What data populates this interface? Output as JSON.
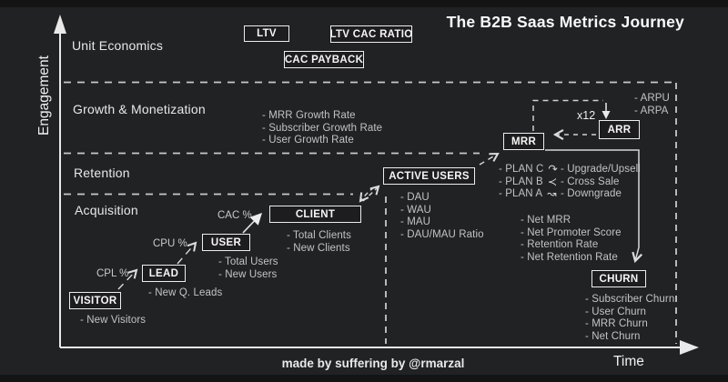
{
  "title": "The B2B Saas Metrics Journey",
  "credit": "made by suffering by @rmarzal",
  "axis": {
    "y": "Engagement",
    "x": "Time"
  },
  "sections": {
    "unit": "Unit Economics",
    "growth": "Growth & Monetization",
    "retention": "Retention",
    "acquisition": "Acquisition"
  },
  "boxes": {
    "ltv": "LTV",
    "ltv_cac": "LTV CAC RATIO",
    "cac_payback": "CAC PAYBACK",
    "visitor": "VISITOR",
    "lead": "LEAD",
    "user": "USER",
    "client": "CLIENT",
    "active_users": "ACTIVE USERS",
    "mrr": "MRR",
    "arr": "ARR",
    "churn": "CHURN"
  },
  "rates": {
    "cpl": "CPL %",
    "cpu": "CPU %",
    "cac": "CAC %",
    "x12": "x12"
  },
  "lists": {
    "growth": [
      "- MRR Growth Rate",
      "- Subscriber Growth Rate",
      "- User Growth Rate"
    ],
    "visitor": [
      "- New Visitors"
    ],
    "lead": [
      "- New Q. Leads"
    ],
    "user": [
      "- Total Users",
      "- New Users"
    ],
    "client": [
      "- Total Clients",
      "- New Clients"
    ],
    "active_users": [
      "- DAU",
      "- WAU",
      "- MAU",
      "- DAU/MAU Ratio"
    ],
    "plans": [
      "- PLAN C",
      "- PLAN B",
      "- PLAN A"
    ],
    "plan_arrows": [
      "↷",
      "≺",
      "↝"
    ],
    "plan_actions": [
      "- Upgrade/Upsell",
      "- Cross Sale",
      "- Downgrade"
    ],
    "arr_metrics": [
      "- ARPU",
      "- ARPA"
    ],
    "retention_metrics": [
      "- Net MRR",
      "- Net Promoter Score",
      "- Retention Rate",
      "- Net Retention Rate"
    ],
    "churn_metrics": [
      "- Subscriber Churn",
      "- User Churn",
      "- MRR Churn",
      "- Net Churn"
    ]
  },
  "colors": {
    "background": "#212224",
    "frame": "#141414",
    "line": "#c9c9c9",
    "text_primary": "#f2f2f2",
    "text_secondary": "#c3c3c3"
  }
}
